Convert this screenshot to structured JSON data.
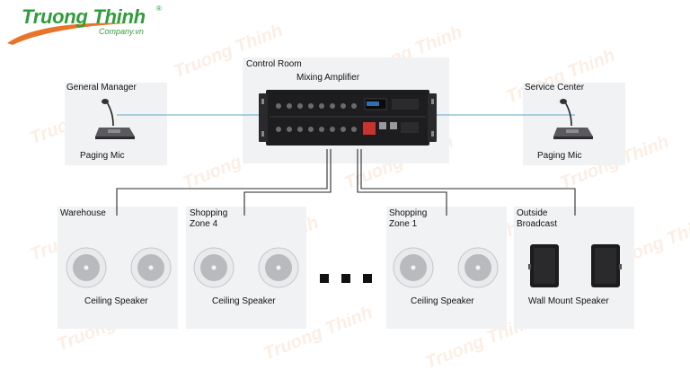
{
  "brand": {
    "name": "Truong Thinh",
    "reg_mark": "®",
    "sub": "Company.vn",
    "color_green": "#2e9e3a",
    "color_orange": "#e8742a",
    "watermark": "Truong Thinh"
  },
  "diagram": {
    "control_room": {
      "title": "Control Room",
      "device": "Mixing Amplifier"
    },
    "left_mic": {
      "location": "General Manager",
      "device": "Paging Mic"
    },
    "right_mic": {
      "location": "Service Center",
      "device": "Paging Mic"
    },
    "zones": [
      {
        "name": "Warehouse",
        "device": "Ceiling Speaker",
        "type": "ceiling"
      },
      {
        "name": "Shopping\nZone 4",
        "device": "Ceiling Speaker",
        "type": "ceiling"
      },
      {
        "name": "Shopping\nZone 1",
        "device": "Ceiling Speaker",
        "type": "ceiling"
      },
      {
        "name": "Outside\nBroadcast",
        "device": "Wall Mount Speaker",
        "type": "wall"
      }
    ],
    "ellipsis": "...",
    "colors": {
      "link": "#7fb6d8",
      "wire": "#2b2b2b",
      "panel": "#f1f2f4"
    }
  }
}
